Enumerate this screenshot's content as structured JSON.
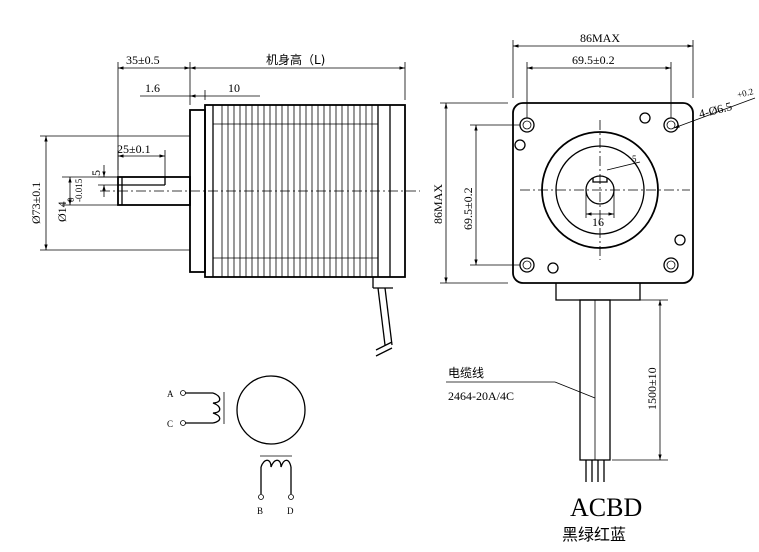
{
  "dimensions": {
    "front_shaft_length": "35±0.5",
    "body_length": "机身高（L)",
    "flange_thickness": "1.6",
    "boss_depth": "10",
    "flat_length": "25±0.1",
    "flat_depth": "5",
    "boss_diameter": "Ø73±0.1",
    "shaft_diameter_base": "Ø14",
    "shaft_tol_upper": "0",
    "shaft_tol_lower": "-0.015",
    "overall_width": "86MAX",
    "hole_spacing_h": "69.5±0.2",
    "mount_holes": "4-Ø6.5",
    "hole_tol": "+0.2",
    "overall_height": "86MAX",
    "hole_spacing_v": "69.5±0.2",
    "keyway_depth": "5",
    "shaft_key": "16",
    "cable_length": "1500±10"
  },
  "cable": {
    "label": "电缆线",
    "spec": "2464-20A/4C"
  },
  "wiring": {
    "pin_a": "A",
    "pin_c": "C",
    "pin_b": "B",
    "pin_d": "D",
    "sequence": "ACBD",
    "colors": "黑绿红蓝"
  }
}
